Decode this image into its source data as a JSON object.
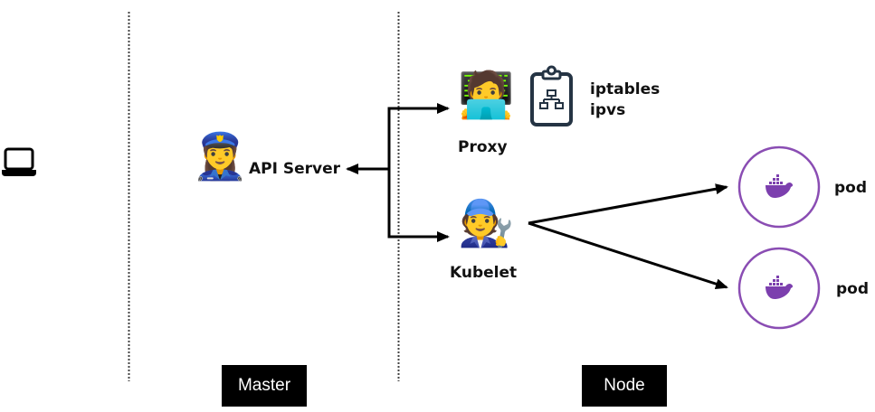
{
  "zones": [
    {
      "id": "master",
      "label": "Master"
    },
    {
      "id": "node",
      "label": "Node"
    }
  ],
  "client": {
    "icon": "laptop-icon"
  },
  "api_server": {
    "label": "API Server",
    "icon": "police-officer-icon",
    "glyph": "👮‍♀️"
  },
  "proxy": {
    "label": "Proxy",
    "icon": "technologist-icon",
    "glyph": "🧑‍💻"
  },
  "kubelet": {
    "label": "Kubelet",
    "icon": "mechanic-icon",
    "glyph": "🧑‍🔧"
  },
  "proxy_modes": {
    "icon": "clipboard-network-icon",
    "lines": [
      "iptables",
      "ipvs"
    ]
  },
  "pods": [
    {
      "label": "pod",
      "icon": "docker-whale-icon"
    },
    {
      "label": "pod",
      "icon": "docker-whale-icon"
    }
  ],
  "colors": {
    "pod_ring": "#8a4db3",
    "docker_whale": "#7c3fae",
    "clipboard": "#253444",
    "line": "#000000",
    "zone_tag_bg": "#000000"
  }
}
